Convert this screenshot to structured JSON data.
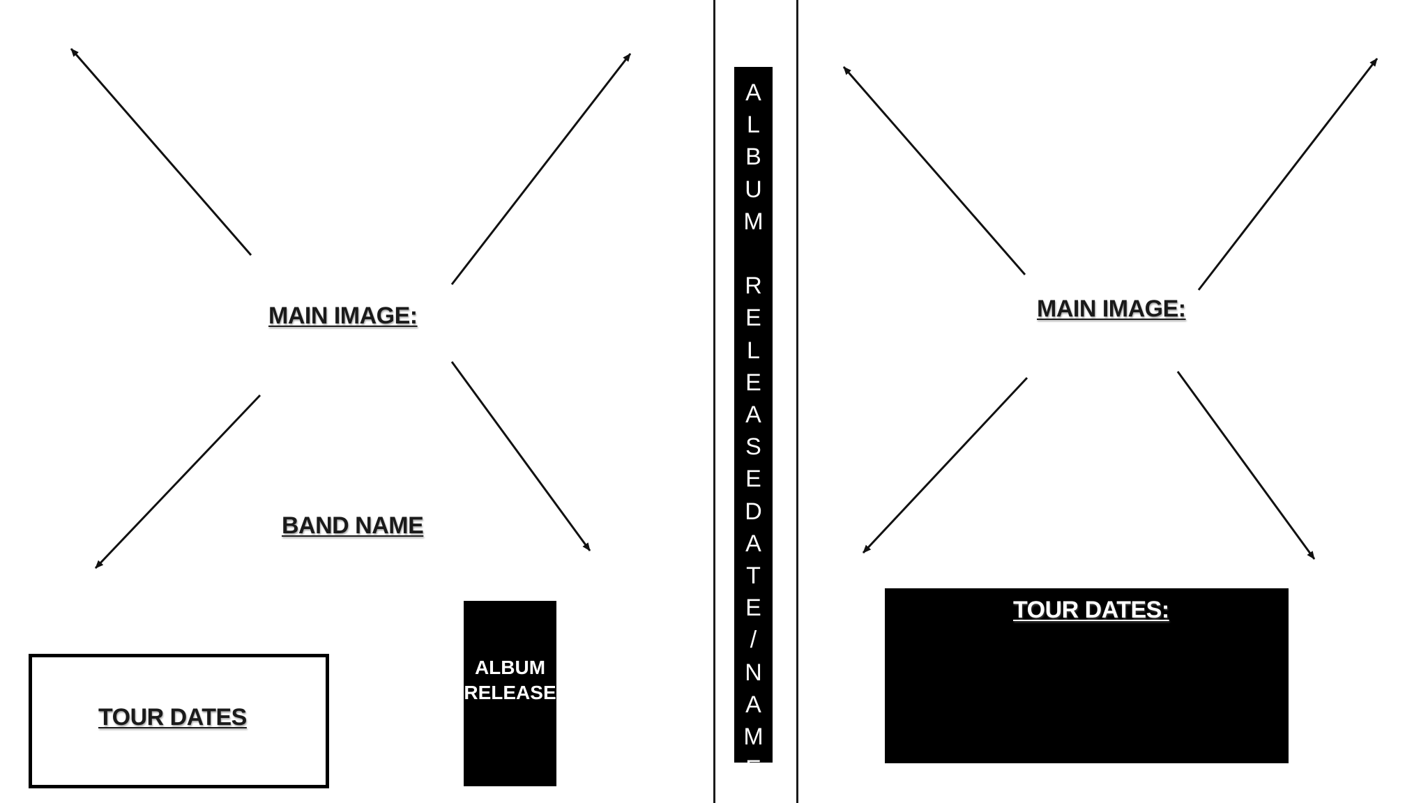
{
  "left_panel": {
    "main_image_label": "MAIN IMAGE:",
    "band_name_label": "BAND NAME",
    "tour_dates_label": "TOUR DATES",
    "album_release_label": "ALBUM\nRELEASE"
  },
  "spine": {
    "text": "A\nL\nB\nU\nM\n\nR\nE\nL\nE\nA\nS\nE\nD\nA\nT\nE\n/\nN\nA\nM\nE"
  },
  "right_panel": {
    "main_image_label": "MAIN IMAGE:",
    "tour_dates_label": "TOUR DATES:"
  },
  "colors": {
    "ink": "#1a1a1a",
    "box_fill": "#000000",
    "box_text": "#ffffff",
    "background": "#ffffff"
  }
}
